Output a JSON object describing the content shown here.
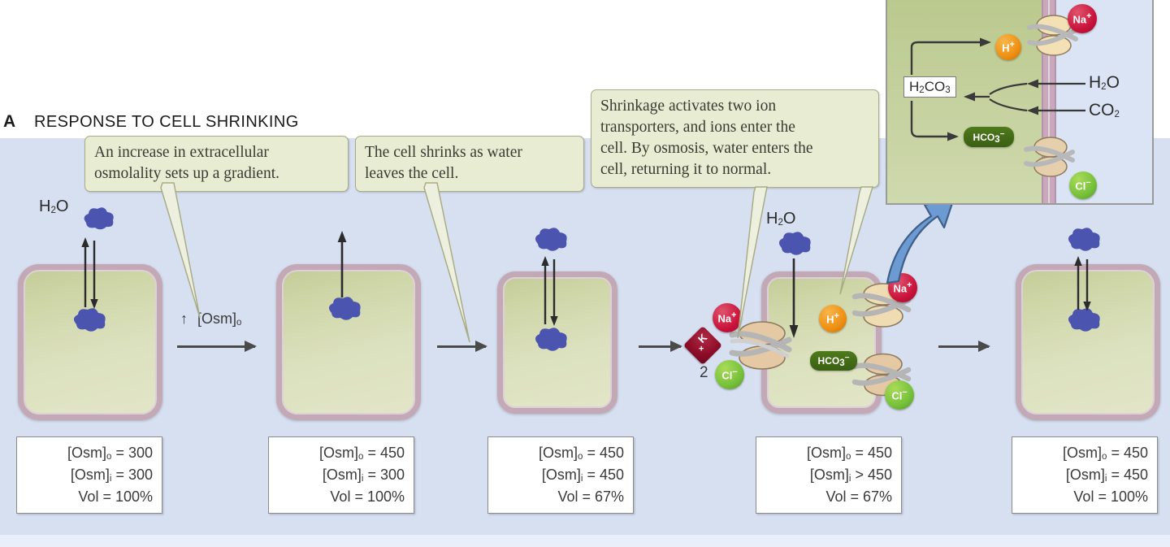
{
  "panel": {
    "letter": "A",
    "title": "RESPONSE TO CELL SHRINKING"
  },
  "callouts": [
    {
      "id": "callout-osmolality-increase",
      "lines": [
        "An increase in extracellular",
        "osmolality sets up a gradient."
      ]
    },
    {
      "id": "callout-cell-shrinks",
      "lines": [
        "The cell shrinks as water",
        "leaves the cell."
      ]
    },
    {
      "id": "callout-transporters-activate",
      "lines": [
        "Shrinkage activates two ion",
        "transporters, and ions enter the",
        "cell. By osmosis, water enters the",
        "cell, returning it to normal."
      ]
    }
  ],
  "stages": [
    {
      "id": "stage-1-normal",
      "osm_out_label": "[Osm]",
      "osm_out_sub": "o",
      "osm_out_value": "= 300",
      "osm_in_label": "[Osm]",
      "osm_in_sub": "i",
      "osm_in_value": "= 300",
      "vol": "Vol = 100%",
      "water_label": "H2O",
      "water_label_main": "H",
      "water_label_sub": "2",
      "water_label_tail": "O"
    },
    {
      "id": "stage-2-gradient",
      "osm_out_value": "= 450",
      "osm_in_value": "= 300",
      "vol": "Vol = 100%"
    },
    {
      "id": "stage-3-shrunken",
      "osm_out_value": "= 450",
      "osm_in_value": "= 450",
      "vol": "Vol = 67%"
    },
    {
      "id": "stage-4-transport",
      "osm_out_value": "= 450",
      "osm_in_value": "> 450",
      "vol": "Vol = 67%"
    },
    {
      "id": "stage-5-restored",
      "osm_out_value": "= 450",
      "osm_in_value": "= 450",
      "vol": "Vol = 100%"
    }
  ],
  "labels": {
    "osm_bracket": "[Osm]",
    "sub_o": "o",
    "sub_i": "i",
    "gradient_arrow_label": "[Osm]",
    "gradient_arrow_sub": "o",
    "gradient_up": "↑",
    "water": "H",
    "water_sub": "2",
    "water_tail": "O",
    "count_two": "2"
  },
  "ions": {
    "sodium": "Na",
    "sodium_charge": "+",
    "potassium": "K",
    "potassium_charge": "+",
    "chloride": "Cl",
    "chloride_charge": "−",
    "hydrogen": "H",
    "hydrogen_charge": "+",
    "bicarbonate": "HCO",
    "bicarbonate_sub": "3",
    "bicarbonate_charge": "−"
  },
  "inset": {
    "id": "inset-molecular-mechanism",
    "h2co3": {
      "main": "H",
      "sub1": "2",
      "mid": "CO",
      "sub2": "3"
    },
    "water": {
      "main": "H",
      "sub": "2",
      "tail": "O"
    },
    "co2": {
      "main": "CO",
      "sub": "2"
    },
    "sodium": "Na",
    "hydrogen": "H",
    "chloride": "Cl",
    "bicarbonate": "HCO",
    "bicarbonate_sub": "3"
  },
  "colors": {
    "background_blue": "#d6e0f1",
    "cell_membrane": "#c3a8b6",
    "cell_cytoplasm": "#d7dcb4",
    "callout_fill": "#e7ecd3",
    "callout_border": "#a9ac86",
    "sodium_red": "#c9123b",
    "potassium_darkred": "#8c0c28",
    "chloride_green": "#77c13a",
    "hydrogen_orange": "#ee8f12",
    "bicarbonate_green": "#3a5f12",
    "arrow_blue": "#5a8fc8",
    "water_blue": "#4b55b0"
  }
}
